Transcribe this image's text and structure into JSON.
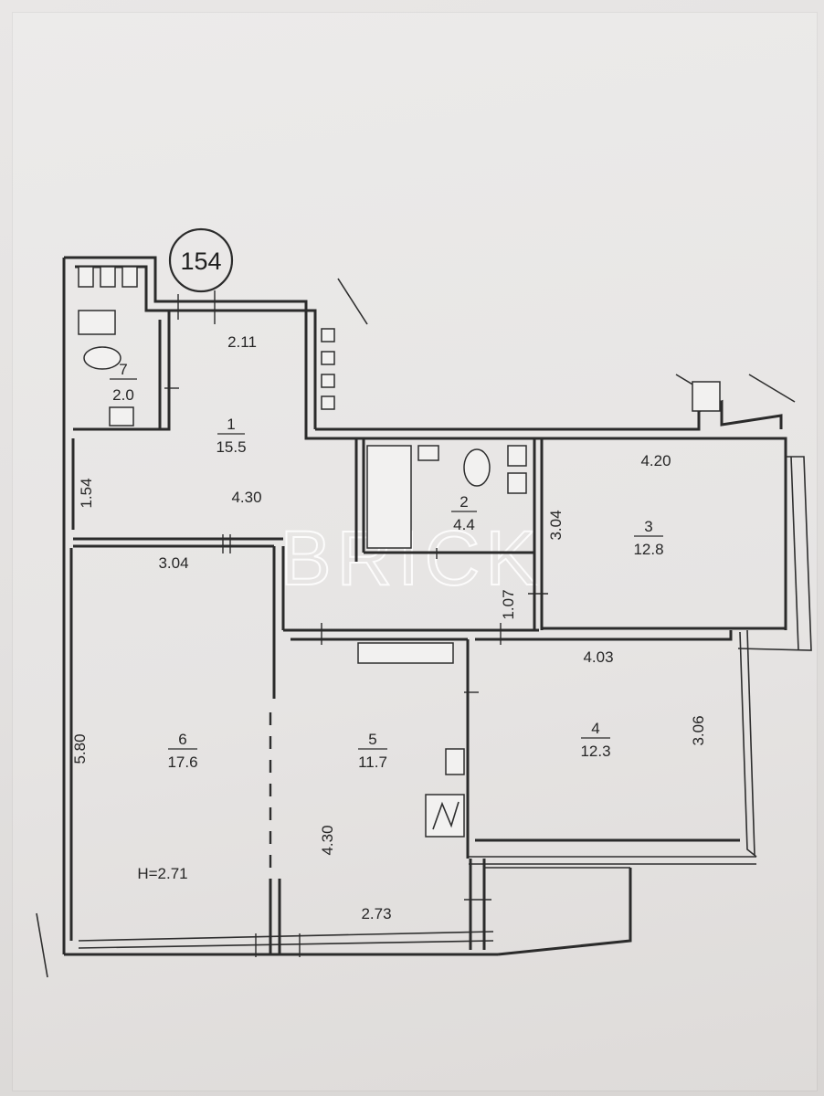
{
  "plan_number": "154",
  "watermark": "BRICK",
  "rooms": [
    {
      "id": "1",
      "number": "1",
      "area": "15.5"
    },
    {
      "id": "2",
      "number": "2",
      "area": "4.4"
    },
    {
      "id": "3",
      "number": "3",
      "area": "12.8"
    },
    {
      "id": "4",
      "number": "4",
      "area": "12.3"
    },
    {
      "id": "5",
      "number": "5",
      "area": "11.7"
    },
    {
      "id": "6",
      "number": "6",
      "area": "17.6"
    },
    {
      "id": "7",
      "number": "7",
      "area": "2.0"
    }
  ],
  "dimensions": {
    "d_2_11": "2.11",
    "d_4_30_top": "4.30",
    "d_1_54": "1.54",
    "d_3_04_left": "3.04",
    "d_4_20": "4.20",
    "d_3_04_right": "3.04",
    "d_1_07": "1.07",
    "d_4_03": "4.03",
    "d_3_06": "3.06",
    "d_5_80": "5.80",
    "d_4_30_bottom": "4.30",
    "d_2_73": "2.73"
  },
  "ceiling_height": "H=2.71"
}
